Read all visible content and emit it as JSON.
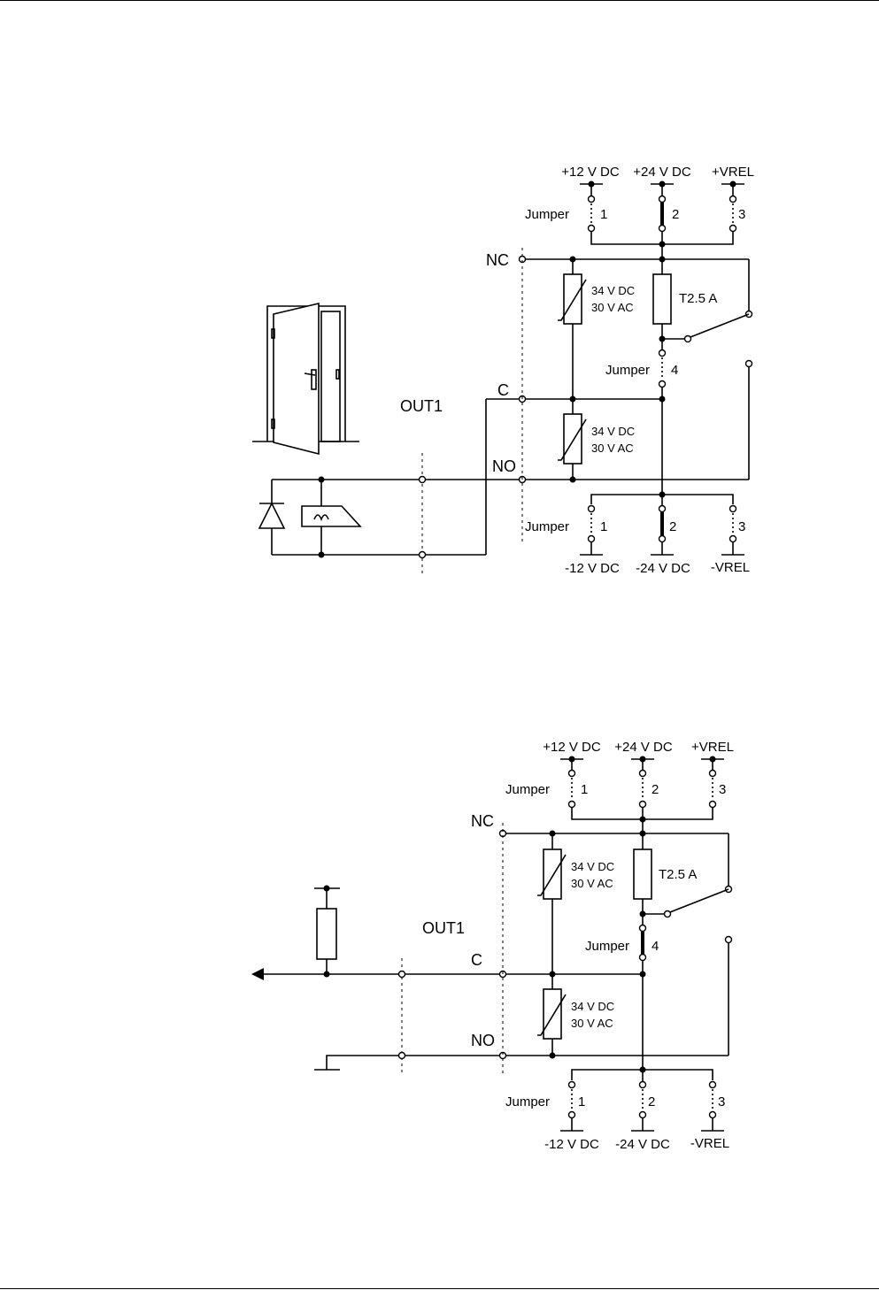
{
  "diagram_top": {
    "supplies_top": [
      "+12 V DC",
      "+24 V DC",
      "+VREL"
    ],
    "supplies_bottom": [
      "-12 V DC",
      "-24 V DC",
      "-VREL"
    ],
    "jumper_label": "Jumper",
    "jumper_numbers": [
      "1",
      "2",
      "3"
    ],
    "jumper4_label": "Jumper",
    "jumper4_number": "4",
    "contacts": {
      "nc": "NC",
      "c": "C",
      "no": "NO"
    },
    "output_label": "OUT1",
    "varistor_line1": "34 V DC",
    "varistor_line2": "30 V AC",
    "fuse_label": "T2.5 A"
  },
  "diagram_bottom": {
    "supplies_top": [
      "+12 V DC",
      "+24 V DC",
      "+VREL"
    ],
    "supplies_bottom": [
      "-12 V DC",
      "-24 V DC",
      "-VREL"
    ],
    "jumper_label": "Jumper",
    "jumper_numbers": [
      "1",
      "2",
      "3"
    ],
    "jumper4_label": "Jumper",
    "jumper4_number": "4",
    "contacts": {
      "nc": "NC",
      "c": "C",
      "no": "NO"
    },
    "output_label": "OUT1",
    "varistor_line1": "34 V DC",
    "varistor_line2": "30 V AC",
    "fuse_label": "T2.5 A"
  }
}
